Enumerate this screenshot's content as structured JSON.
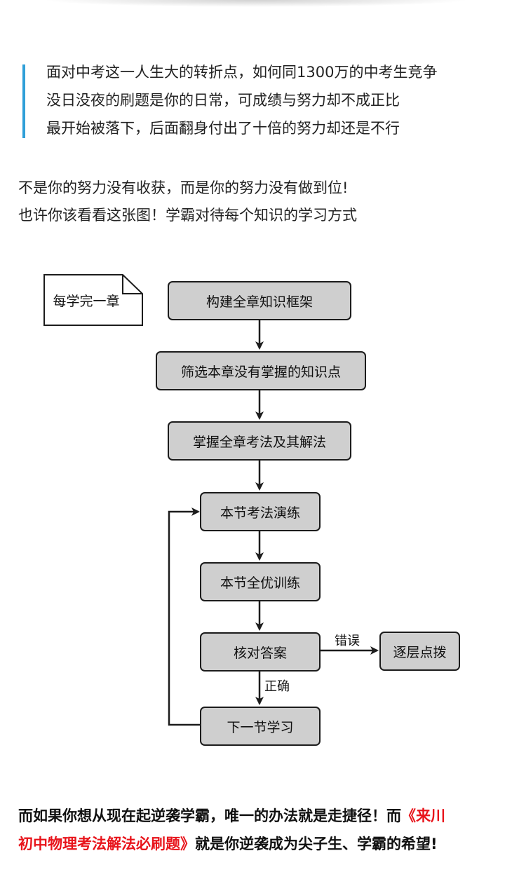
{
  "intro": {
    "lines": [
      "面对中考这一人生大的转折点，如何同1300万的中考生竞争",
      "没日没夜的刷题是你的日常，可成绩与努力却不成正比",
      "最开始被落下，后面翻身付出了十倍的努力却还是不行"
    ]
  },
  "body": {
    "lines": [
      "不是你的努力没有收获，而是你的努力没有做到位!",
      "也许你该看看这张图！学霸对待每个知识的学习方式"
    ]
  },
  "flowchart": {
    "note": "每学完一章",
    "steps": [
      "构建全章知识框架",
      "筛选本章没有掌握的知识点",
      "掌握全章考法及其解法",
      "本节考法演练",
      "本节全优训练",
      "核对答案",
      "下一节学习"
    ],
    "branch": "逐层点拨",
    "edge_wrong": "错误",
    "edge_correct": "正确"
  },
  "closing": {
    "line1_a": "而如果你想从现在起逆袭学霸，唯一的办法就是走捷径！而",
    "line1_b": "《来川",
    "line2_a": "初中物理考法解法必刷题》",
    "line2_b": "就是你逆袭成为尖子生、学霸的希望!"
  },
  "colors": {
    "accent_bar": "#2f9fd8",
    "highlight_red": "#e8141b",
    "box_fill": "#cfcfcf"
  }
}
